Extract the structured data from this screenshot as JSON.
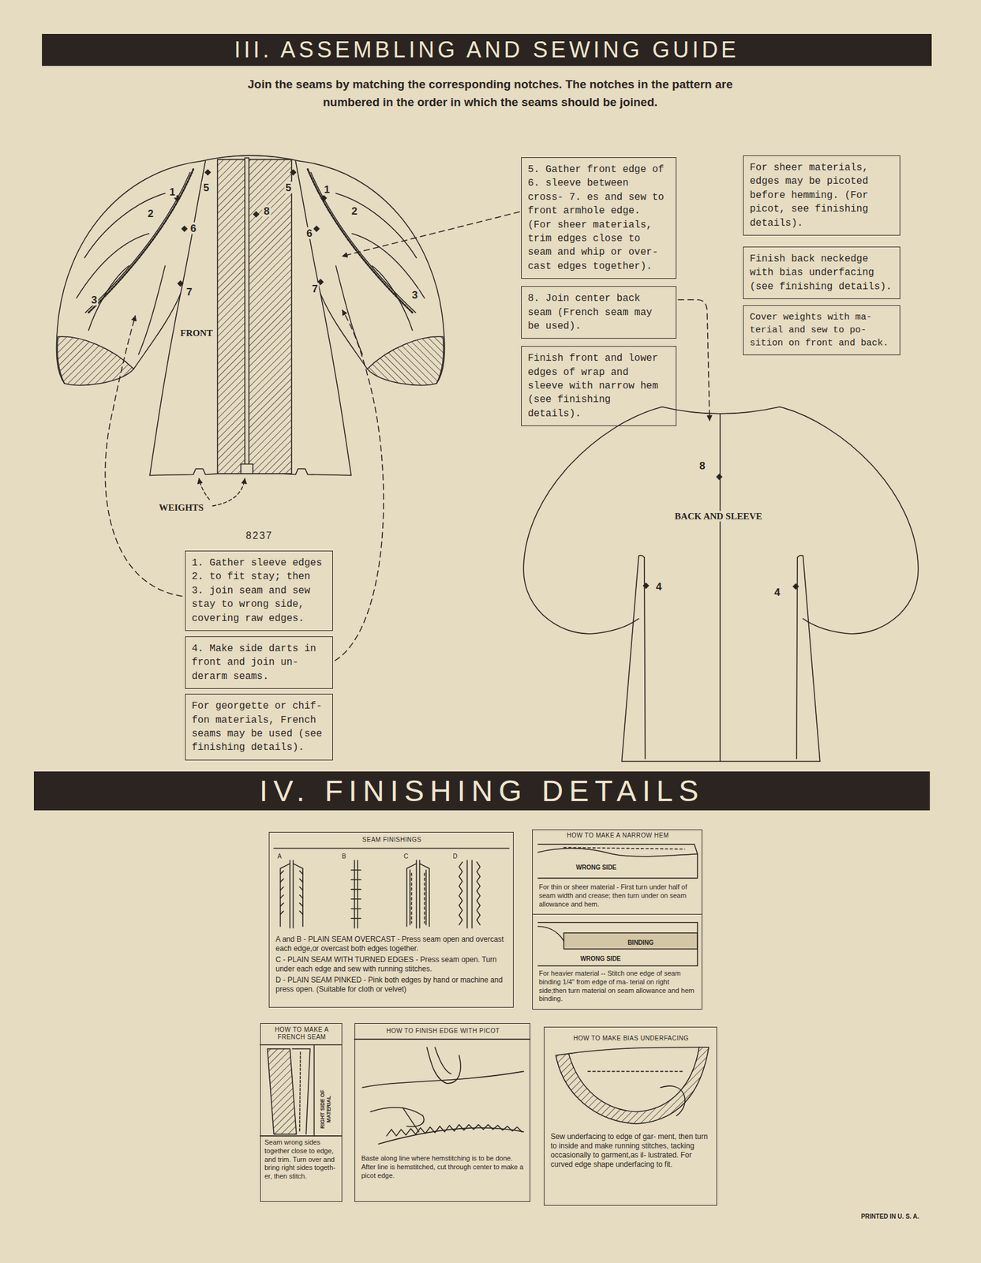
{
  "diagram": {
    "nodes": [
      {
        "text": [
          "III. ASSEMBLING AND SEWING GUIDE"
        ]
      },
      {
        "text": [
          "5. Gather front edge of 6. sleeve between cross- 7. es and sew to front armhole edge. (For sheer materials, trim edges close to seam and whip or over- cast edges together)."
        ]
      },
      {
        "text": [
          "8. Join center back seam (French seam may be used)."
        ]
      },
      {
        "text": [
          "Finish front and lower edges of wrap and sleeve with narrow hem (see finishing details)."
        ]
      },
      {
        "text": [
          "For sheer materials, edges may be picoted before hemming. (For picot, see finishing details)."
        ]
      },
      {
        "text": [
          "Finish back neckedge with bias underfacing (see finishing details)."
        ]
      },
      {
        "text": [
          "Cover weights with ma- terial and sew to po- sition on front and back."
        ]
      },
      {
        "text": [
          "1. Gather sleeve edges 2. to fit stay; then 3. join seam and sew stay to wrong side, covering raw edges."
        ]
      },
      {
        "text": [
          "4. Make side darts in front and join un- derarm seams."
        ]
      },
      {
        "text": [
          "For georgette or chif- fon materials, French seams may be used (see finishing details)."
        ]
      },
      {
        "text": [
          "IV. FINISHING DETAILS"
        ]
      },
      {
        "text": [
          "SEAM FINISHINGS",
          "A and B - PLAIN SEAM OVERCAST - Press seam open and overcast each edge,or overcast both edges together.",
          "C - PLAIN SEAM WITH TURNED EDGES - Press seam open. Turn under each edge and sew with running stitches.",
          "D - PLAIN SEAM PINKED - Pink both edges by hand or machine and press open. (Suitable for cloth or velvet)"
        ]
      },
      {
        "text": [
          "HOW TO MAKE A NARROW HEM",
          "WRONG SIDE",
          "For thin or sheer material - First turn under half of seam width and crease; then turn under on seam allowance and hem."
        ]
      },
      {
        "text": [
          "BINDING",
          "WRONG SIDE",
          "For heavier material -- Stitch one edge of seam binding 1/4\" from edge of ma- terial on right side;then turn material on seam allowance and hem binding."
        ]
      },
      {
        "text": [
          "HOW TO MAKE A FRENCH SEAM",
          "RIGHT SIDE OF MATERIAL",
          "Seam wrong sides together close to edge, and trim. Turn over and bring right sides togeth- er, then stitch."
        ]
      },
      {
        "text": [
          "HOW TO FINISH EDGE WITH PICOT",
          "Baste along line where hemstitching is to be done. After line is hemstitched, cut through center to make a picot edge."
        ]
      },
      {
        "text": [
          "HOW TO MAKE BIAS UNDERFACING",
          "Sew underfacing to edge of gar- ment, then turn to inside and make running stitches, tacking occasionally to garment,as il- lustrated. For curved edge shape underfacing to fit."
        ]
      }
    ],
    "labels": [
      "Join the seams by matching the corresponding notches. The notches in the pattern are numbered in the order in which the seams should be joined.",
      "5",
      "5",
      "1",
      "1",
      "2",
      "8",
      "2",
      "6",
      "6",
      "7",
      "7",
      "3",
      "3",
      "FRONT",
      "WEIGHTS",
      "8237",
      "8",
      "BACK AND SLEEVE",
      "4",
      "4",
      "A",
      "B",
      "C",
      "D",
      "PRINTED IN U. S. A."
    ]
  }
}
